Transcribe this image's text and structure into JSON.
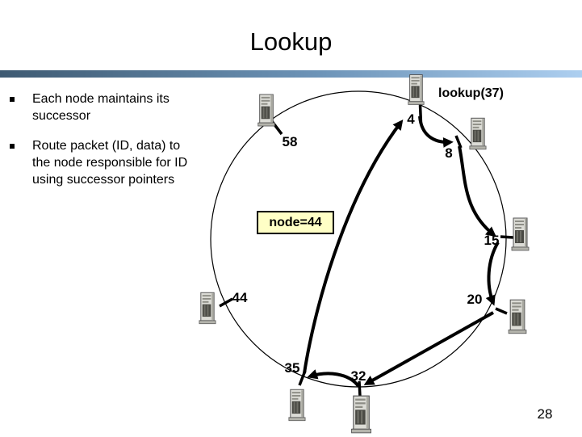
{
  "title": "Lookup",
  "bullets": [
    "Each node maintains its\nsuccessor",
    "Route packet (ID, data) to\nthe node responsible for ID\nusing successor pointers"
  ],
  "diagram": {
    "lookup_label": "lookup(37)",
    "result_label": "node=44",
    "nodes": [
      {
        "label": "4"
      },
      {
        "label": "8"
      },
      {
        "label": "15"
      },
      {
        "label": "20"
      },
      {
        "label": "32"
      },
      {
        "label": "35"
      },
      {
        "label": "44"
      },
      {
        "label": "58"
      }
    ],
    "route_hops": [
      "4",
      "8",
      "15",
      "20",
      "32",
      "35"
    ],
    "result_returned_to": "4"
  },
  "page_number": "28",
  "colors": {
    "header_gradient_left": "#3e5a72",
    "header_gradient_right": "#adcff0",
    "result_box_fill": "#ffffc6",
    "arrow_color": "#000000"
  }
}
